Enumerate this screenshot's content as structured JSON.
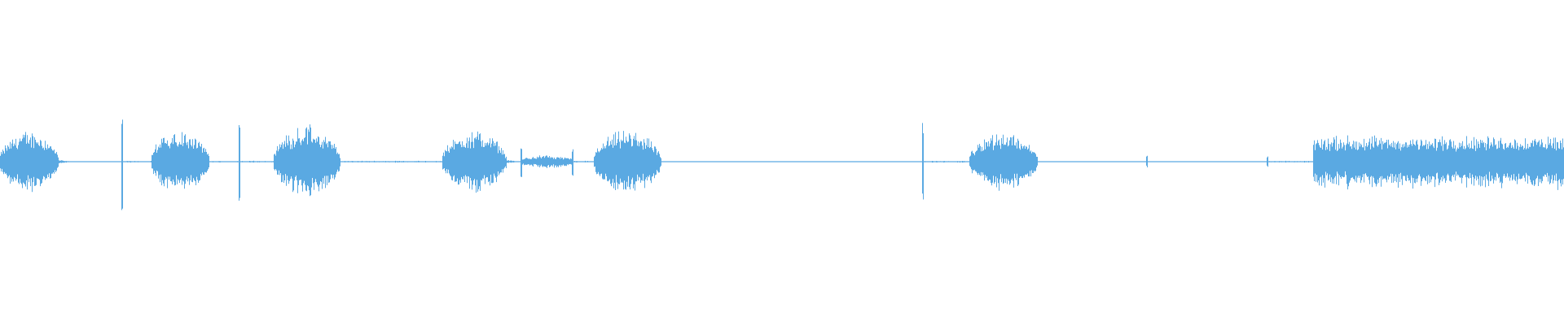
{
  "waveform": {
    "color": "#5aa9e2",
    "background": "#ffffff",
    "segments": [
      {
        "start": 0.0,
        "end": 0.038,
        "amp": 0.34,
        "shape": "burst"
      },
      {
        "start": 0.038,
        "end": 0.047,
        "amp": 0.02,
        "shape": "tail"
      },
      {
        "start": 0.047,
        "end": 0.078,
        "amp": 0.005,
        "shape": "quiet"
      },
      {
        "start": 0.078,
        "end": 0.079,
        "amp": 0.5,
        "shape": "spike"
      },
      {
        "start": 0.079,
        "end": 0.097,
        "amp": 0.01,
        "shape": "quiet"
      },
      {
        "start": 0.097,
        "end": 0.134,
        "amp": 0.36,
        "shape": "burst"
      },
      {
        "start": 0.134,
        "end": 0.153,
        "amp": 0.01,
        "shape": "quiet"
      },
      {
        "start": 0.153,
        "end": 0.154,
        "amp": 0.43,
        "shape": "spike"
      },
      {
        "start": 0.154,
        "end": 0.175,
        "amp": 0.01,
        "shape": "quiet"
      },
      {
        "start": 0.175,
        "end": 0.218,
        "amp": 0.39,
        "shape": "burst"
      },
      {
        "start": 0.218,
        "end": 0.283,
        "amp": 0.01,
        "shape": "quiet"
      },
      {
        "start": 0.283,
        "end": 0.324,
        "amp": 0.34,
        "shape": "burst"
      },
      {
        "start": 0.324,
        "end": 0.333,
        "amp": 0.02,
        "shape": "tail"
      },
      {
        "start": 0.333,
        "end": 0.334,
        "amp": 0.16,
        "shape": "spike"
      },
      {
        "start": 0.334,
        "end": 0.366,
        "amp": 0.07,
        "shape": "hum"
      },
      {
        "start": 0.366,
        "end": 0.367,
        "amp": 0.15,
        "shape": "spike"
      },
      {
        "start": 0.367,
        "end": 0.38,
        "amp": 0.01,
        "shape": "quiet"
      },
      {
        "start": 0.38,
        "end": 0.423,
        "amp": 0.34,
        "shape": "burst"
      },
      {
        "start": 0.423,
        "end": 0.59,
        "amp": 0.005,
        "shape": "quiet"
      },
      {
        "start": 0.59,
        "end": 0.591,
        "amp": 0.43,
        "shape": "spike"
      },
      {
        "start": 0.591,
        "end": 0.62,
        "amp": 0.01,
        "shape": "quiet"
      },
      {
        "start": 0.62,
        "end": 0.664,
        "amp": 0.33,
        "shape": "burst"
      },
      {
        "start": 0.664,
        "end": 0.733,
        "amp": 0.005,
        "shape": "quiet"
      },
      {
        "start": 0.733,
        "end": 0.734,
        "amp": 0.06,
        "shape": "spike"
      },
      {
        "start": 0.734,
        "end": 0.81,
        "amp": 0.005,
        "shape": "quiet"
      },
      {
        "start": 0.81,
        "end": 0.811,
        "amp": 0.06,
        "shape": "spike"
      },
      {
        "start": 0.811,
        "end": 0.84,
        "amp": 0.01,
        "shape": "quiet"
      },
      {
        "start": 0.84,
        "end": 1.0,
        "amp": 0.3,
        "shape": "sustained"
      }
    ]
  }
}
